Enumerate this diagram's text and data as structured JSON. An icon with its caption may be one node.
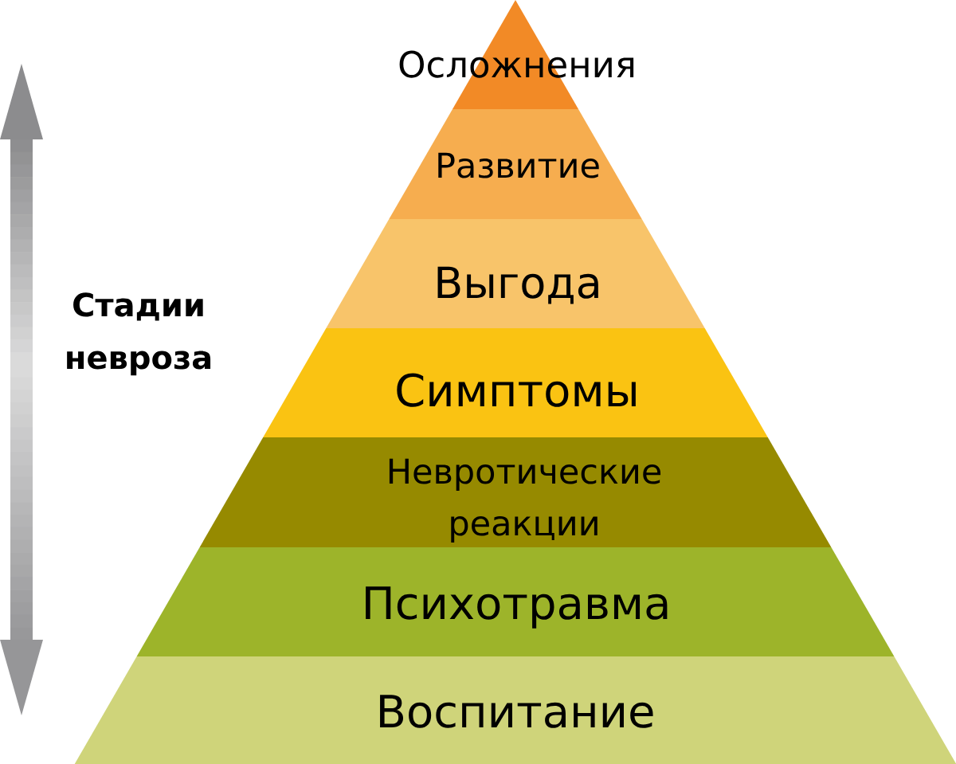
{
  "diagram": {
    "nodes": [
      {
        "text": [
          "Осложнения"
        ]
      },
      {
        "text": [
          "Развитие"
        ]
      },
      {
        "text": [
          "Выгода"
        ]
      },
      {
        "text": [
          "Симптомы"
        ]
      },
      {
        "text": [
          "Невротические реакции"
        ]
      },
      {
        "text": [
          "Психотравма"
        ]
      },
      {
        "text": [
          "Воспитание"
        ]
      }
    ],
    "labels": [
      "Стадии невроза"
    ]
  }
}
